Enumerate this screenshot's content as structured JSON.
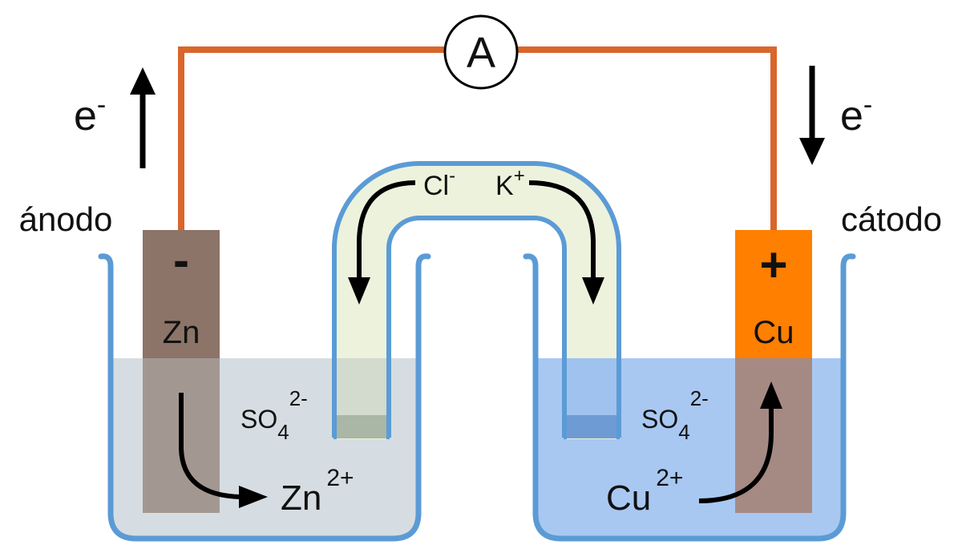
{
  "labels": {
    "anode": "ánodo",
    "cathode": "cátodo",
    "ammeter": "A",
    "electron_left": "e",
    "electron_left_sup": "-",
    "electron_right": "e",
    "electron_right_sup": "-",
    "anode_sign": "-",
    "anode_metal": "Zn",
    "cathode_sign": "+",
    "cathode_metal": "Cu",
    "chloride": "Cl",
    "chloride_sup": "-",
    "potassium": "K",
    "potassium_sup": "+",
    "sulfate_left_base": "SO",
    "sulfate_left_sub": "4",
    "sulfate_left_sup": "2-",
    "sulfate_right_base": "SO",
    "sulfate_right_sub": "4",
    "sulfate_right_sup": "2-",
    "zinc_ion": "Zn",
    "zinc_ion_sup": "2+",
    "copper_ion": "Cu",
    "copper_ion_sup": "2+"
  },
  "colors": {
    "wire": "#d9662b",
    "beaker_outline": "#5b9bd5",
    "left_solution": "#d5dde2",
    "right_solution": "#a8c8f2",
    "salt_bridge": "#edf2dc",
    "zinc_electrode": "#8c7468",
    "copper_electrode": "#ff7f00",
    "copper_submerged": "#a58a84",
    "arrow": "#000000"
  }
}
